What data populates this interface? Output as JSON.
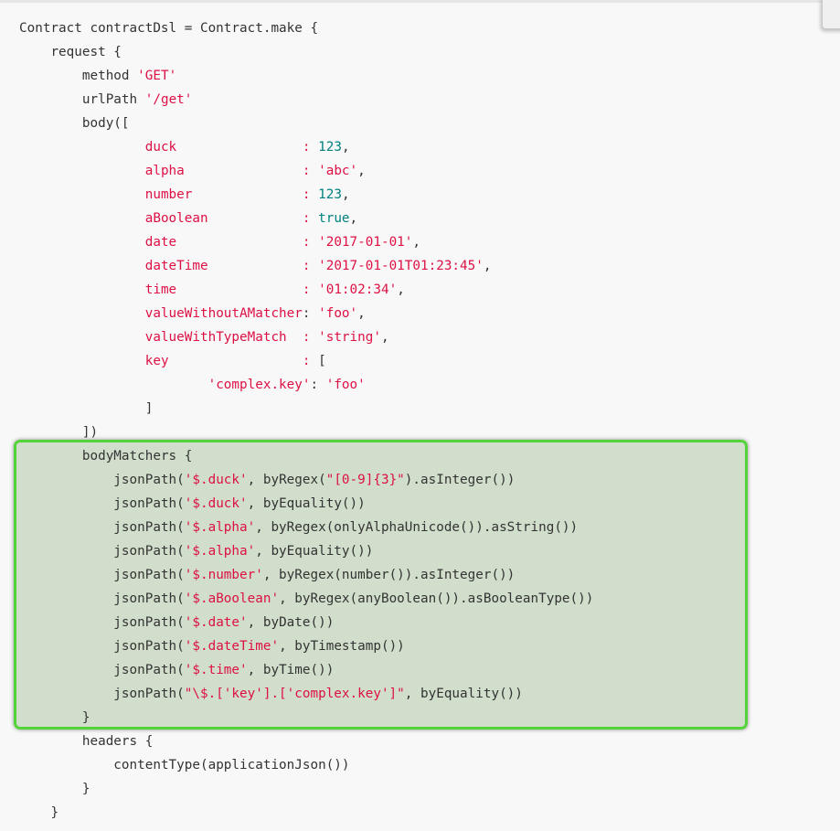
{
  "lines": [
    {
      "indent": "",
      "tokens": [
        {
          "t": "Contract contractDsl = Contract.make {",
          "c": "plain"
        }
      ]
    },
    {
      "indent": "    ",
      "tokens": [
        {
          "t": "request {",
          "c": "plain"
        }
      ]
    },
    {
      "indent": "        ",
      "tokens": [
        {
          "t": "method ",
          "c": "plain"
        },
        {
          "t": "'GET'",
          "c": "str"
        }
      ]
    },
    {
      "indent": "        ",
      "tokens": [
        {
          "t": "urlPath ",
          "c": "plain"
        },
        {
          "t": "'/get'",
          "c": "str"
        }
      ]
    },
    {
      "indent": "        ",
      "tokens": [
        {
          "t": "body([",
          "c": "plain"
        }
      ]
    },
    {
      "indent": "                ",
      "tokens": [
        {
          "t": "duck                ",
          "c": "key"
        },
        {
          "t": ": ",
          "c": "key"
        },
        {
          "t": "123",
          "c": "num"
        },
        {
          "t": ",",
          "c": "plain"
        }
      ]
    },
    {
      "indent": "                ",
      "tokens": [
        {
          "t": "alpha               ",
          "c": "key"
        },
        {
          "t": ": ",
          "c": "key"
        },
        {
          "t": "'abc'",
          "c": "str"
        },
        {
          "t": ",",
          "c": "plain"
        }
      ]
    },
    {
      "indent": "                ",
      "tokens": [
        {
          "t": "number              ",
          "c": "key"
        },
        {
          "t": ": ",
          "c": "key"
        },
        {
          "t": "123",
          "c": "num"
        },
        {
          "t": ",",
          "c": "plain"
        }
      ]
    },
    {
      "indent": "                ",
      "tokens": [
        {
          "t": "aBoolean            ",
          "c": "key"
        },
        {
          "t": ": ",
          "c": "key"
        },
        {
          "t": "true",
          "c": "kw"
        },
        {
          "t": ",",
          "c": "plain"
        }
      ]
    },
    {
      "indent": "                ",
      "tokens": [
        {
          "t": "date                ",
          "c": "key"
        },
        {
          "t": ": ",
          "c": "key"
        },
        {
          "t": "'2017-01-01'",
          "c": "str"
        },
        {
          "t": ",",
          "c": "plain"
        }
      ]
    },
    {
      "indent": "                ",
      "tokens": [
        {
          "t": "dateTime            ",
          "c": "key"
        },
        {
          "t": ": ",
          "c": "key"
        },
        {
          "t": "'2017-01-01T01:23:45'",
          "c": "str"
        },
        {
          "t": ",",
          "c": "plain"
        }
      ]
    },
    {
      "indent": "                ",
      "tokens": [
        {
          "t": "time                ",
          "c": "key"
        },
        {
          "t": ": ",
          "c": "key"
        },
        {
          "t": "'01:02:34'",
          "c": "str"
        },
        {
          "t": ",",
          "c": "plain"
        }
      ]
    },
    {
      "indent": "                ",
      "tokens": [
        {
          "t": "valueWithoutAMatcher",
          "c": "key"
        },
        {
          "t": ": ",
          "c": "plain"
        },
        {
          "t": "'foo'",
          "c": "str"
        },
        {
          "t": ",",
          "c": "plain"
        }
      ]
    },
    {
      "indent": "                ",
      "tokens": [
        {
          "t": "valueWithTypeMatch  ",
          "c": "key"
        },
        {
          "t": ": ",
          "c": "key"
        },
        {
          "t": "'string'",
          "c": "str"
        },
        {
          "t": ",",
          "c": "plain"
        }
      ]
    },
    {
      "indent": "                ",
      "tokens": [
        {
          "t": "key                 ",
          "c": "key"
        },
        {
          "t": ": ",
          "c": "key"
        },
        {
          "t": "[",
          "c": "plain"
        }
      ]
    },
    {
      "indent": "                        ",
      "tokens": [
        {
          "t": "'complex.key'",
          "c": "str"
        },
        {
          "t": ": ",
          "c": "plain"
        },
        {
          "t": "'foo'",
          "c": "str"
        }
      ]
    },
    {
      "indent": "                ",
      "tokens": [
        {
          "t": "]",
          "c": "plain"
        }
      ]
    },
    {
      "indent": "        ",
      "tokens": [
        {
          "t": "])",
          "c": "plain"
        }
      ]
    },
    {
      "indent": "        ",
      "tokens": [
        {
          "t": "bodyMatchers {",
          "c": "plain"
        }
      ]
    },
    {
      "indent": "            ",
      "tokens": [
        {
          "t": "jsonPath(",
          "c": "plain"
        },
        {
          "t": "'$.duck'",
          "c": "str"
        },
        {
          "t": ", byRegex(",
          "c": "plain"
        },
        {
          "t": "\"[0-9]{3}\"",
          "c": "str"
        },
        {
          "t": ").asInteger())",
          "c": "plain"
        }
      ]
    },
    {
      "indent": "            ",
      "tokens": [
        {
          "t": "jsonPath(",
          "c": "plain"
        },
        {
          "t": "'$.duck'",
          "c": "str"
        },
        {
          "t": ", byEquality())",
          "c": "plain"
        }
      ]
    },
    {
      "indent": "            ",
      "tokens": [
        {
          "t": "jsonPath(",
          "c": "plain"
        },
        {
          "t": "'$.alpha'",
          "c": "str"
        },
        {
          "t": ", byRegex(onlyAlphaUnicode()).asString())",
          "c": "plain"
        }
      ]
    },
    {
      "indent": "            ",
      "tokens": [
        {
          "t": "jsonPath(",
          "c": "plain"
        },
        {
          "t": "'$.alpha'",
          "c": "str"
        },
        {
          "t": ", byEquality())",
          "c": "plain"
        }
      ]
    },
    {
      "indent": "            ",
      "tokens": [
        {
          "t": "jsonPath(",
          "c": "plain"
        },
        {
          "t": "'$.number'",
          "c": "str"
        },
        {
          "t": ", byRegex(number()).asInteger())",
          "c": "plain"
        }
      ]
    },
    {
      "indent": "            ",
      "tokens": [
        {
          "t": "jsonPath(",
          "c": "plain"
        },
        {
          "t": "'$.aBoolean'",
          "c": "str"
        },
        {
          "t": ", byRegex(anyBoolean()).asBooleanType())",
          "c": "plain"
        }
      ]
    },
    {
      "indent": "            ",
      "tokens": [
        {
          "t": "jsonPath(",
          "c": "plain"
        },
        {
          "t": "'$.date'",
          "c": "str"
        },
        {
          "t": ", byDate())",
          "c": "plain"
        }
      ]
    },
    {
      "indent": "            ",
      "tokens": [
        {
          "t": "jsonPath(",
          "c": "plain"
        },
        {
          "t": "'$.dateTime'",
          "c": "str"
        },
        {
          "t": ", byTimestamp())",
          "c": "plain"
        }
      ]
    },
    {
      "indent": "            ",
      "tokens": [
        {
          "t": "jsonPath(",
          "c": "plain"
        },
        {
          "t": "'$.time'",
          "c": "str"
        },
        {
          "t": ", byTime())",
          "c": "plain"
        }
      ]
    },
    {
      "indent": "            ",
      "tokens": [
        {
          "t": "jsonPath(",
          "c": "plain"
        },
        {
          "t": "\"\\$.['key'].['complex.key']\"",
          "c": "str"
        },
        {
          "t": ", byEquality())",
          "c": "plain"
        }
      ]
    },
    {
      "indent": "        ",
      "tokens": [
        {
          "t": "}",
          "c": "plain"
        }
      ]
    },
    {
      "indent": "        ",
      "tokens": [
        {
          "t": "headers {",
          "c": "plain"
        }
      ]
    },
    {
      "indent": "            ",
      "tokens": [
        {
          "t": "contentType(applicationJson())",
          "c": "plain"
        }
      ]
    },
    {
      "indent": "        ",
      "tokens": [
        {
          "t": "}",
          "c": "plain"
        }
      ]
    },
    {
      "indent": "    ",
      "tokens": [
        {
          "t": "}",
          "c": "plain"
        }
      ]
    }
  ],
  "colors": {
    "string": "#dd1144",
    "number": "#008080",
    "text": "#333333",
    "highlight_border": "#55d33a",
    "highlight_fill": "#c8d9c2",
    "background": "#f8f8f8"
  }
}
